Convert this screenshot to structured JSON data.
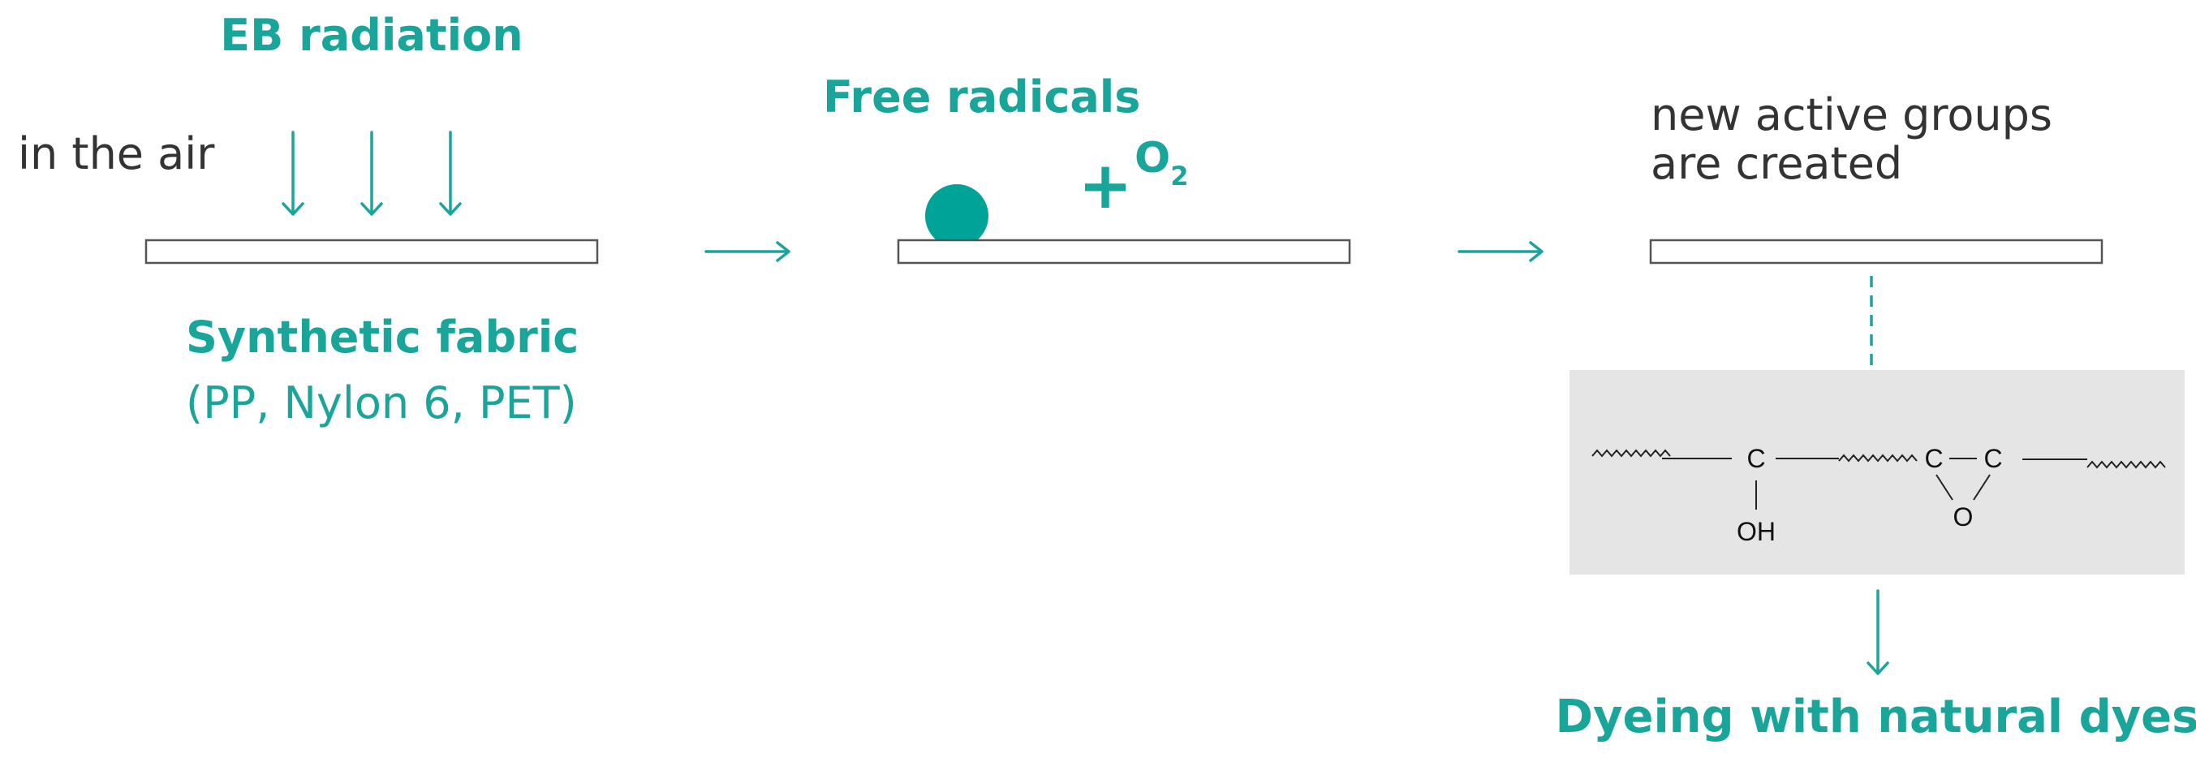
{
  "step1": {
    "radiation_label": "EB radiation",
    "environment_label": "in the air",
    "fabric_title": "Synthetic fabric",
    "fabric_types": "(PP, Nylon 6, PET)"
  },
  "step2": {
    "title": "Free radicals",
    "plus_sign": "+",
    "oxygen": "O",
    "oxygen_subscript": "2"
  },
  "step3": {
    "description_line1": "new active groups",
    "description_line2": "are created",
    "result_label": "Dyeing with natural dyes"
  },
  "structure": {
    "atom_c1": "C",
    "atom_oh": "OH",
    "atom_c2": "C",
    "atom_c3": "C",
    "atom_o": "O"
  },
  "colors": {
    "accent": "#1aa59a",
    "radical_dot": "#00a398",
    "panel": "#e5e5e5",
    "text": "#333333"
  }
}
